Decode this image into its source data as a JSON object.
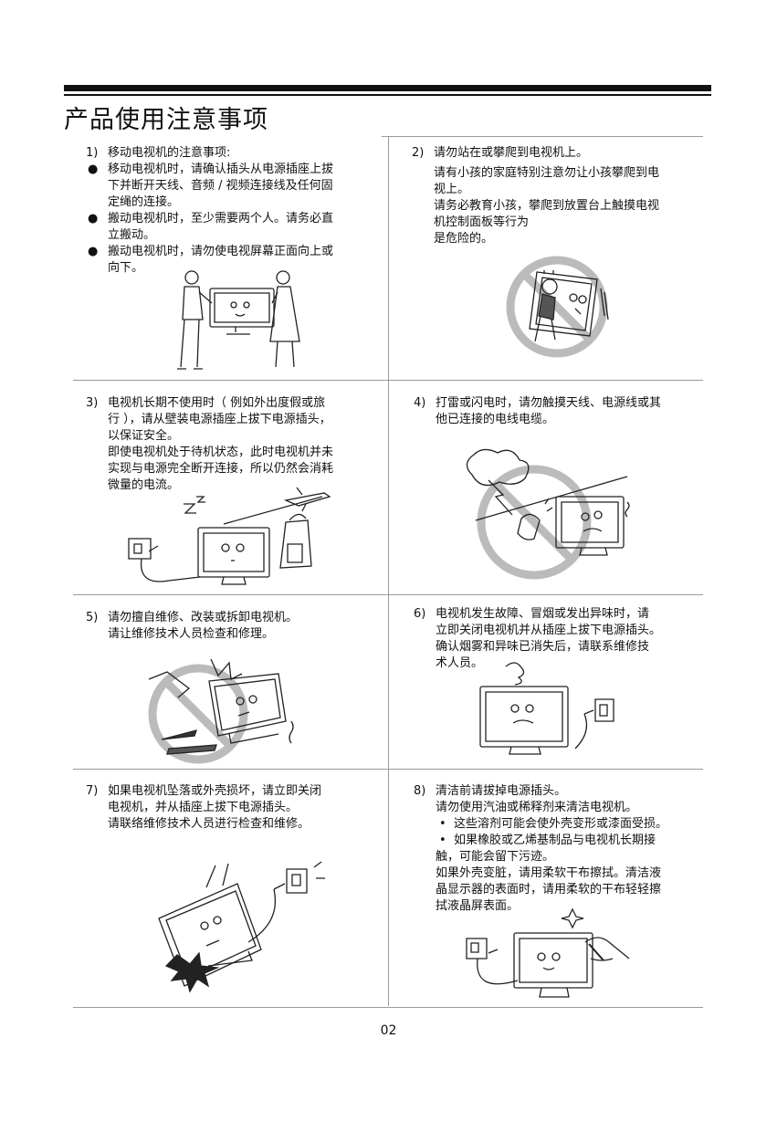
{
  "page_title": "产品使用注意事项",
  "page_number": "02",
  "sections": [
    {
      "num": "1)",
      "title": "移动电视机的注意事项:",
      "bullets": [
        [
          "移动电视机时，请确认插头从电源插座上拔",
          "下并断开天线、音频 / 视频连接线及任何固",
          "定绳的连接。"
        ],
        [
          "搬动电视机时，至少需要两个人。请务必直",
          "立搬动。"
        ],
        [
          "搬动电视机时，请勿使电视屏幕正面向上或",
          "向下。"
        ]
      ]
    },
    {
      "num": "2)",
      "title": "请勿站在或攀爬到电视机上。",
      "lines": [
        "请有小孩的家庭特别注意勿让小孩攀爬到电",
        "视上。",
        "请务必教育小孩，攀爬到放置台上触摸电视",
        "机控制面板等行为",
        "是危险的。"
      ]
    },
    {
      "num": "3)",
      "title": "电视机长期不使用时（ 例如外出度假或旅",
      "lines": [
        "行 ），请从壁装电源插座上拔下电源插头，",
        "以保证安全。",
        "即使电视机处于待机状态，此时电视机并未",
        "实现与电源完全断开连接，所以仍然会消耗",
        "微量的电流。"
      ]
    },
    {
      "num": "4)",
      "title": "打雷或闪电时，请勿触摸天线、电源线或其",
      "lines": [
        "他已连接的电线电缆。"
      ]
    },
    {
      "num": "5)",
      "title": "请勿擅自维修、改装或拆卸电视机。",
      "lines": [
        "请让维修技术人员检查和修理。"
      ]
    },
    {
      "num": "6)",
      "title": "电视机发生故障、冒烟或发出异味时，请",
      "lines": [
        "立即关闭电视机并从插座上拔下电源插头。",
        "确认烟雾和异味已消失后，请联系维修技",
        "术人员。"
      ]
    },
    {
      "num": "7)",
      "title": "如果电视机坠落或外壳损坏，请立即关闭",
      "lines": [
        "电视机，并从插座上拔下电源插头。",
        "请联络维修技术人员进行检查和维修。"
      ]
    },
    {
      "num": "8)",
      "title": "清洁前请拔掉电源插头。",
      "lines_a": [
        "请勿使用汽油或稀释剂来清洁电视机。"
      ],
      "sub_bullets": [
        "这些溶剂可能会使外壳变形或漆面受损。",
        "如果橡胶或乙烯基制品与电视机长期接"
      ],
      "lines_b": [
        "触，可能会留下污迹。",
        "如果外壳变脏，请用柔软干布擦拭。清洁液",
        "晶显示器的表面时，请用柔软的干布轻轻擦",
        "拭液晶屏表面。"
      ]
    }
  ],
  "bullet_symbol": "●",
  "sub_bullet_symbol": "•"
}
